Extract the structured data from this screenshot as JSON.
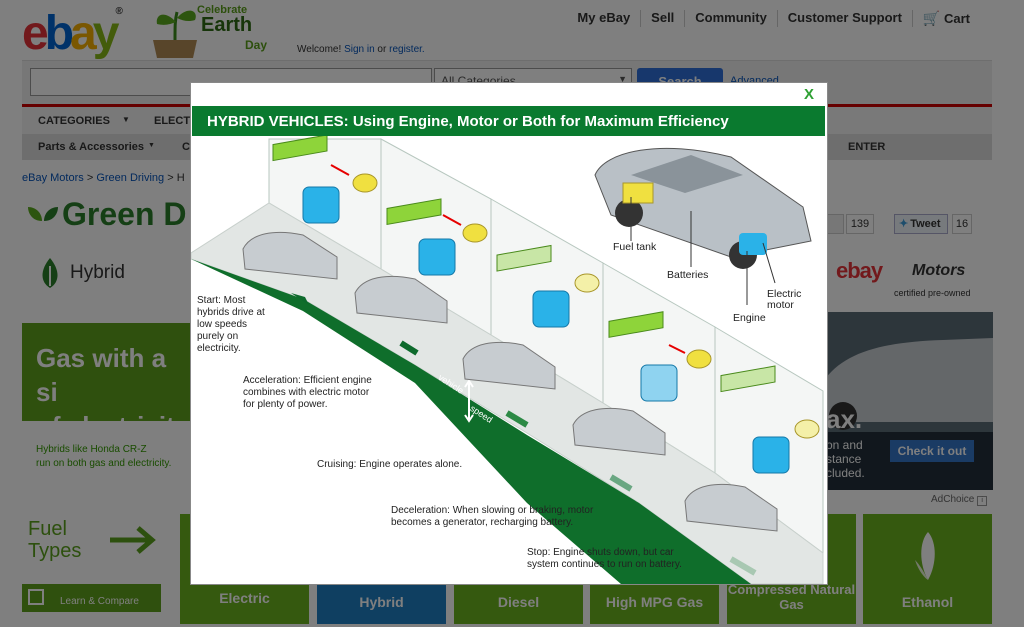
{
  "header": {
    "logo_letters": [
      "e",
      "b",
      "a",
      "y"
    ],
    "logo_colors": [
      "#e53238",
      "#0064d2",
      "#f5af02",
      "#86b817"
    ],
    "logo_reg": "®",
    "earth_line1": "Celebrate",
    "earth_line2": "Earth",
    "earth_line3": "Day",
    "nav": [
      "My eBay",
      "Sell",
      "Community",
      "Customer Support",
      "Cart"
    ],
    "welcome_prefix": "Welcome!",
    "sign_in": "Sign in",
    "or": "or",
    "register": "register."
  },
  "search": {
    "category": "All Categories",
    "button": "Search",
    "advanced": "Advanced"
  },
  "catbar": {
    "categories": "CATEGORIES",
    "electronics": "ELECTR"
  },
  "subbar": {
    "parts": "Parts & Accessories",
    "c": "C",
    "center": "ENTER"
  },
  "breadcrumb": [
    "eBay Motors",
    ">",
    "Green Driving",
    ">",
    "H"
  ],
  "page": {
    "title": "Green D",
    "hybrid": "Hybrid",
    "banner_line1": "Gas with a si",
    "banner_line2": "of electricity",
    "caption_line1": "Hybrids like Honda CR-Z",
    "caption_line2": "run on both gas and electricity."
  },
  "social": {
    "like_count": "139",
    "tweet": "Tweet",
    "tweet_count": "16"
  },
  "ad": {
    "brand": "ebay",
    "motors": "Motors",
    "certified": "certified pre-owned",
    "frag1": "ax.",
    "frag2": "on and",
    "frag3": "stance",
    "frag4": "cluded.",
    "cta": "Check it out",
    "adchoice": "AdChoice"
  },
  "fuel": {
    "label_line1": "Fuel",
    "label_line2": "Types",
    "learn": "Learn & Compare",
    "tiles": [
      "Electric",
      "Hybrid",
      "Diesel",
      "High MPG Gas",
      "Compressed Natural Gas",
      "Ethanol"
    ]
  },
  "modal": {
    "close": "X",
    "title": "HYBRID VEHICLES: Using Engine, Motor or Both for Maximum Efficiency",
    "start": "Start: Most hybrids drive at low speeds purely on electricity.",
    "start_lines": [
      "Start: Most",
      "hybrids drive at",
      "low speeds",
      "purely on",
      "electricity."
    ],
    "accel_lines": [
      "Acceleration: Efficient engine",
      "combines with electric motor",
      "for plenty of power."
    ],
    "cruise": "Cruising: Engine operates alone.",
    "decel_lines": [
      "Deceleration: When slowing or braking, motor",
      "becomes a generator, recharging battery."
    ],
    "stop_lines": [
      "Stop: Engine shuts down, but car",
      "system continues to run on battery."
    ],
    "vehicle": "vehicle",
    "speed": "speed",
    "fuel_tank": "Fuel tank",
    "batteries": "Batteries",
    "engine": "Engine",
    "motor_line1": "Electric",
    "motor_line2": "motor"
  },
  "colors": {
    "modal_green": "#0a7a2f",
    "battery": "#8ed43a",
    "motor": "#2ab2e8",
    "engine": "#f0e040",
    "accent": "#e60000"
  }
}
